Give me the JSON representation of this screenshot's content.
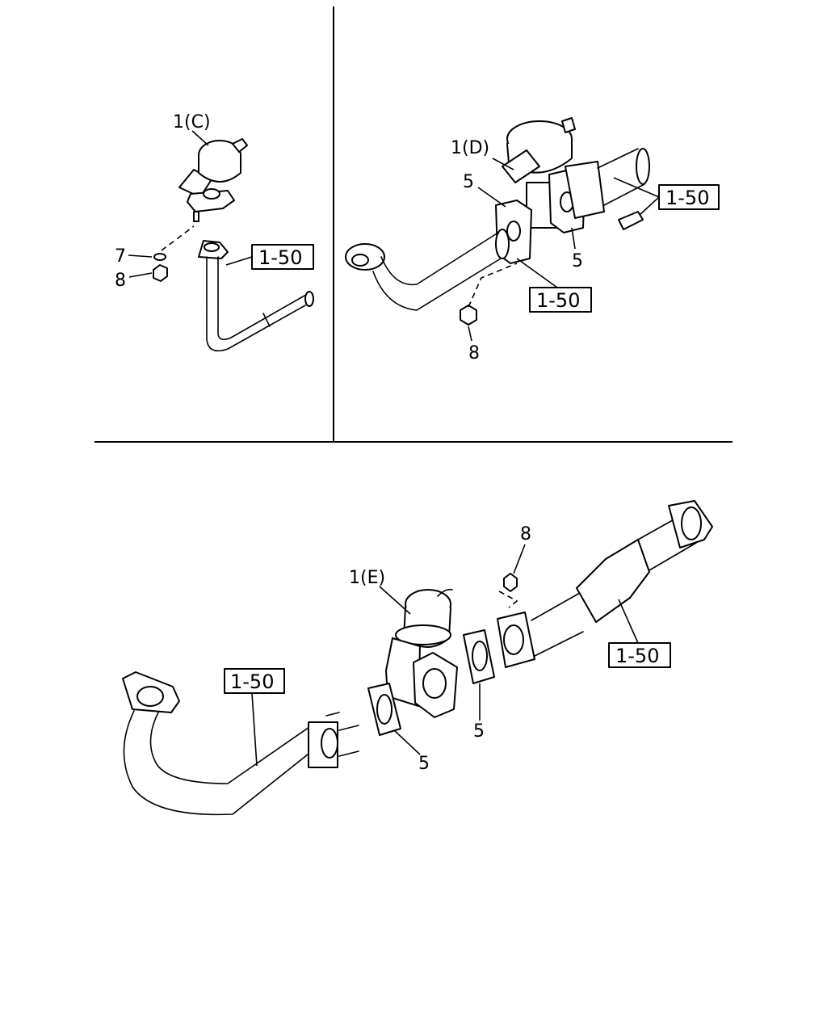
{
  "panels": {
    "top_left": {
      "part_label": "1(C)",
      "washer_label": "7",
      "nut_label": "8",
      "ref_box": "1-50"
    },
    "top_right": {
      "part_label": "1(D)",
      "gasket_label_a": "5",
      "gasket_label_b": "5",
      "nut_label": "8",
      "ref_box_a": "1-50",
      "ref_box_b": "1-50"
    },
    "bottom": {
      "part_label": "1(E)",
      "nut_label": "8",
      "gasket_label_a": "5",
      "gasket_label_b": "5",
      "ref_box_a": "1-50",
      "ref_box_b": "1-50"
    }
  }
}
